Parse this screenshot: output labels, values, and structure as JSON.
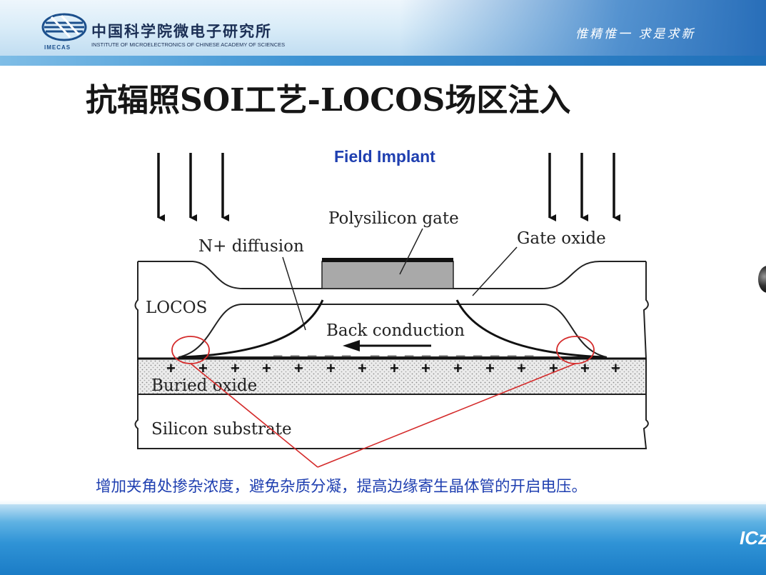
{
  "header": {
    "logo_text": "IMECAS",
    "org_name_cn": "中国科学院微电子研究所",
    "org_name_en": "INSTITUTE OF MICROELECTRONICS OF CHINESE ACADEMY OF SCIENCES",
    "motto": "惟精惟一 求是求新"
  },
  "slide": {
    "title": "抗辐照SOI工艺-LOCOS场区注入",
    "caption": "增加夹角处掺杂浓度，避免杂质分凝，提高边缘寄生晶体管的开启电压。"
  },
  "diagram": {
    "field_implant": "Field Implant",
    "polysilicon_gate": "Polysilicon gate",
    "n_diffusion": "N+ diffusion",
    "gate_oxide": "Gate oxide",
    "locos": "LOCOS",
    "back_conduction": "Back conduction",
    "buried_oxide": "Buried oxide",
    "silicon_substrate": "Silicon substrate",
    "minus_sign": "_",
    "plus_sign": "+"
  },
  "footer": {
    "brand": "ICz"
  },
  "colors": {
    "caption": "#1f3fb0",
    "field_implant": "#1f3fb0",
    "highlight_circle": "#d42a2a",
    "header_blue": "#2f7fc4"
  }
}
